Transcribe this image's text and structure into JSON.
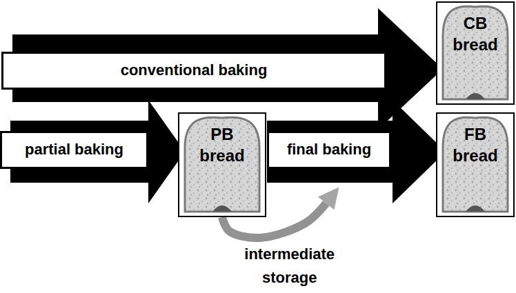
{
  "diagram": {
    "nodes": [
      {
        "text": [
          "conventional baking"
        ]
      },
      {
        "text": [
          "CB bread"
        ]
      },
      {
        "text": [
          "partial baking"
        ]
      },
      {
        "text": [
          "PB bread"
        ]
      },
      {
        "text": [
          "final baking"
        ]
      },
      {
        "text": [
          "FB bread"
        ]
      }
    ],
    "edges": [
      {
        "from": 3,
        "to": 4,
        "arrow": "to",
        "label": "intermediate storage"
      }
    ]
  }
}
